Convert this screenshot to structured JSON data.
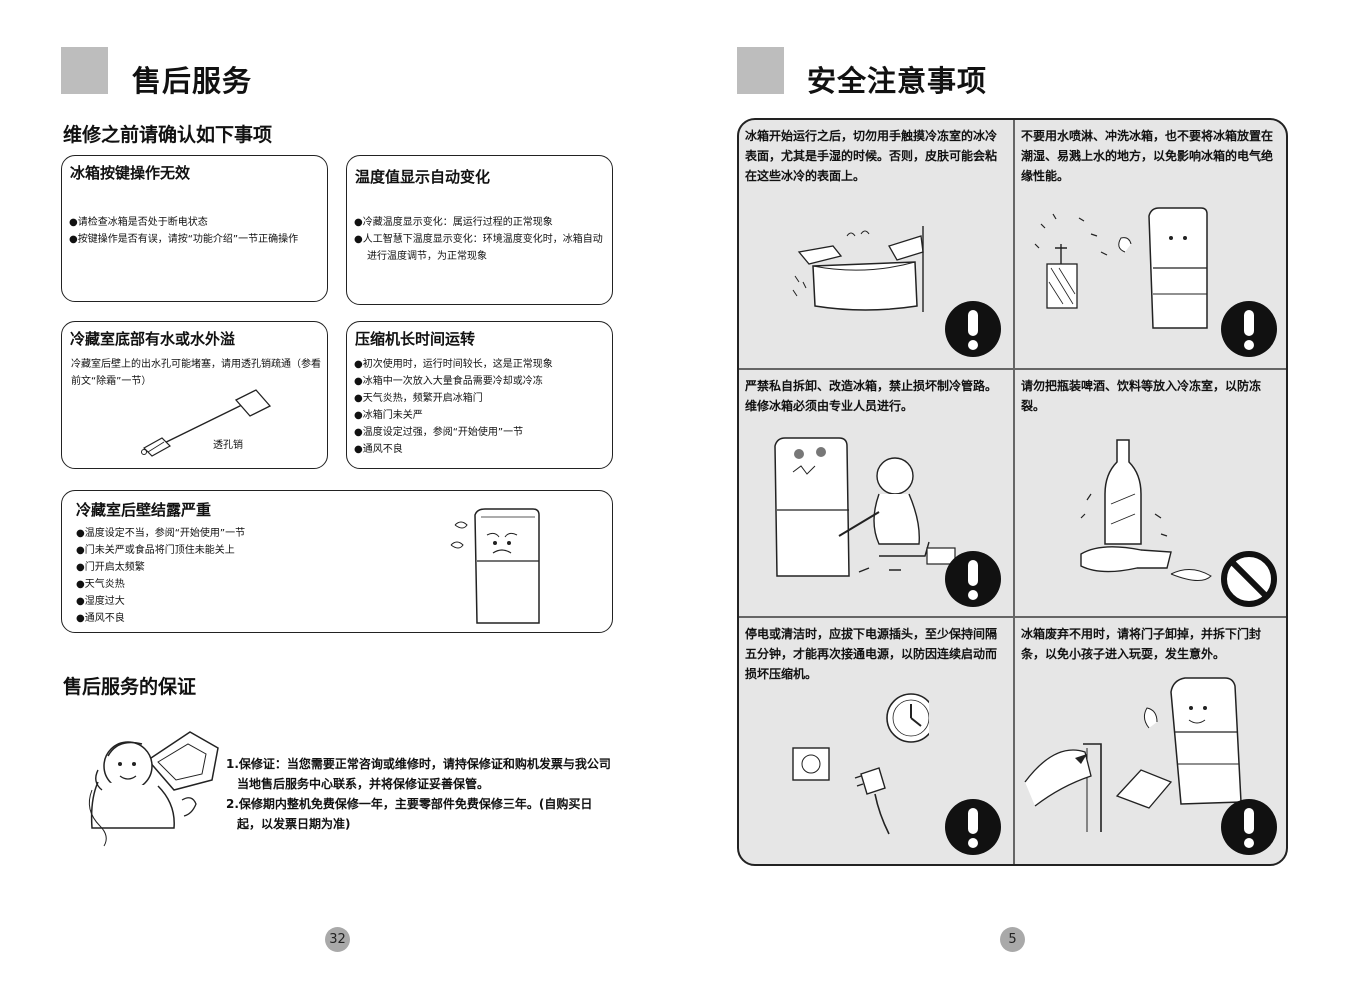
{
  "left_page": {
    "title": "售后服务",
    "check_heading": "维修之前请确认如下事项",
    "boxes": {
      "buttons_invalid": {
        "title": "冰箱按键操作无效",
        "items": [
          "请检查冰箱是否处于断电状态",
          "按键操作是否有误，请按“功能介绍”一节正确操作"
        ]
      },
      "temp_changes": {
        "title": "温度值显示自动变化",
        "items": [
          "冷藏温度显示变化：属运行过程的正常现象",
          "人工智慧下温度显示变化：环境温度变化时，冰箱自动进行温度调节，为正常现象"
        ]
      },
      "water_bottom": {
        "title": "冷藏室底部有水或水外溢",
        "text": "冷藏室后壁上的出水孔可能堵塞，请用透孔销疏通（参看前文“除霜”一节）",
        "tool_label": "透孔销"
      },
      "compressor": {
        "title": "压缩机长时间运转",
        "items": [
          "初次使用时，运行时间较长，这是正常现象",
          "冰箱中一次放入大量食品需要冷却或冷冻",
          "天气炎热，频繁开启冰箱门",
          "冰箱门未关严",
          "温度设定过强，参阅“开始使用”一节",
          "通风不良"
        ]
      },
      "condensation": {
        "title": "冷藏室后壁结露严重",
        "items": [
          "温度设定不当，参阅“开始使用”一节",
          "门未关严或食品将门顶住未能关上",
          "门开启太频繁",
          "天气炎热",
          "湿度过大",
          "通风不良"
        ]
      }
    },
    "guarantee_heading": "售后服务的保证",
    "guarantee_items": [
      "1.保修证：当您需要正常咨询或维修时，请持保修证和购机发票与我公司当地售后服务中心联系，并将保修证妥善保管。",
      "2.保修期内整机免费保修一年，主要零部件免费保修三年。(自购买日起，以发票日期为准)"
    ],
    "page_number": "32"
  },
  "right_page": {
    "title": "安全注意事项",
    "cells": [
      {
        "text": "冰箱开始运行之后，切勿用手触摸冷冻室的冰冷表面，尤其是手湿的时候。否则，皮肤可能会粘在这些冰冷的表面上。",
        "sign": "exclamation-icon"
      },
      {
        "text": "不要用水喷淋、冲洗冰箱，也不要将冰箱放置在潮湿、易溅上水的地方，以免影响冰箱的电气绝缘性能。",
        "sign": "exclamation-icon"
      },
      {
        "text": "严禁私自拆卸、改造冰箱，禁止损坏制冷管路。维修冰箱必须由专业人员进行。",
        "sign": "exclamation-icon"
      },
      {
        "text": "请勿把瓶装啤酒、饮料等放入冷冻室，以防冻裂。",
        "sign": "prohibited-icon"
      },
      {
        "text": "停电或清洁时，应拔下电源插头，至少保持间隔五分钟，才能再次接通电源，以防因连续启动而损坏压缩机。",
        "sign": "exclamation-icon"
      },
      {
        "text": "冰箱废弃不用时，请将门子卸掉，并拆下门封条，以免小孩子进入玩耍，发生意外。",
        "sign": "exclamation-icon"
      }
    ],
    "page_number": "5"
  }
}
